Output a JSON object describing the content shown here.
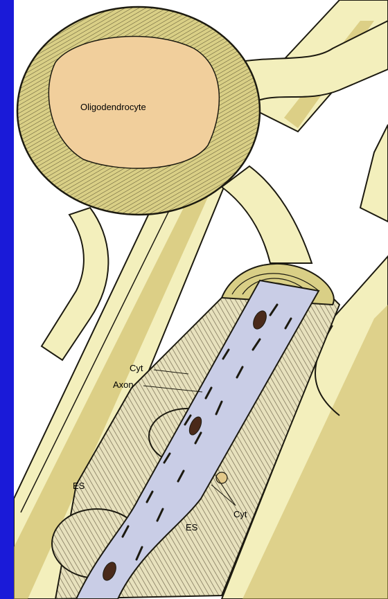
{
  "labels": {
    "oligodendrocyte": "Oligodendrocyte",
    "cyt_upper": "Cyt",
    "axon": "Axon",
    "es_left": "ES",
    "es_right": "ES",
    "cyt_lower": "Cyt"
  },
  "colors": {
    "frame": "#1a1ad8",
    "myelin_cream": "#f3efbc",
    "myelin_gold": "#c9b45a",
    "cell_body": "#f1cf9c",
    "axoplasm": "#c9cde6",
    "ink": "#1c1a10"
  }
}
